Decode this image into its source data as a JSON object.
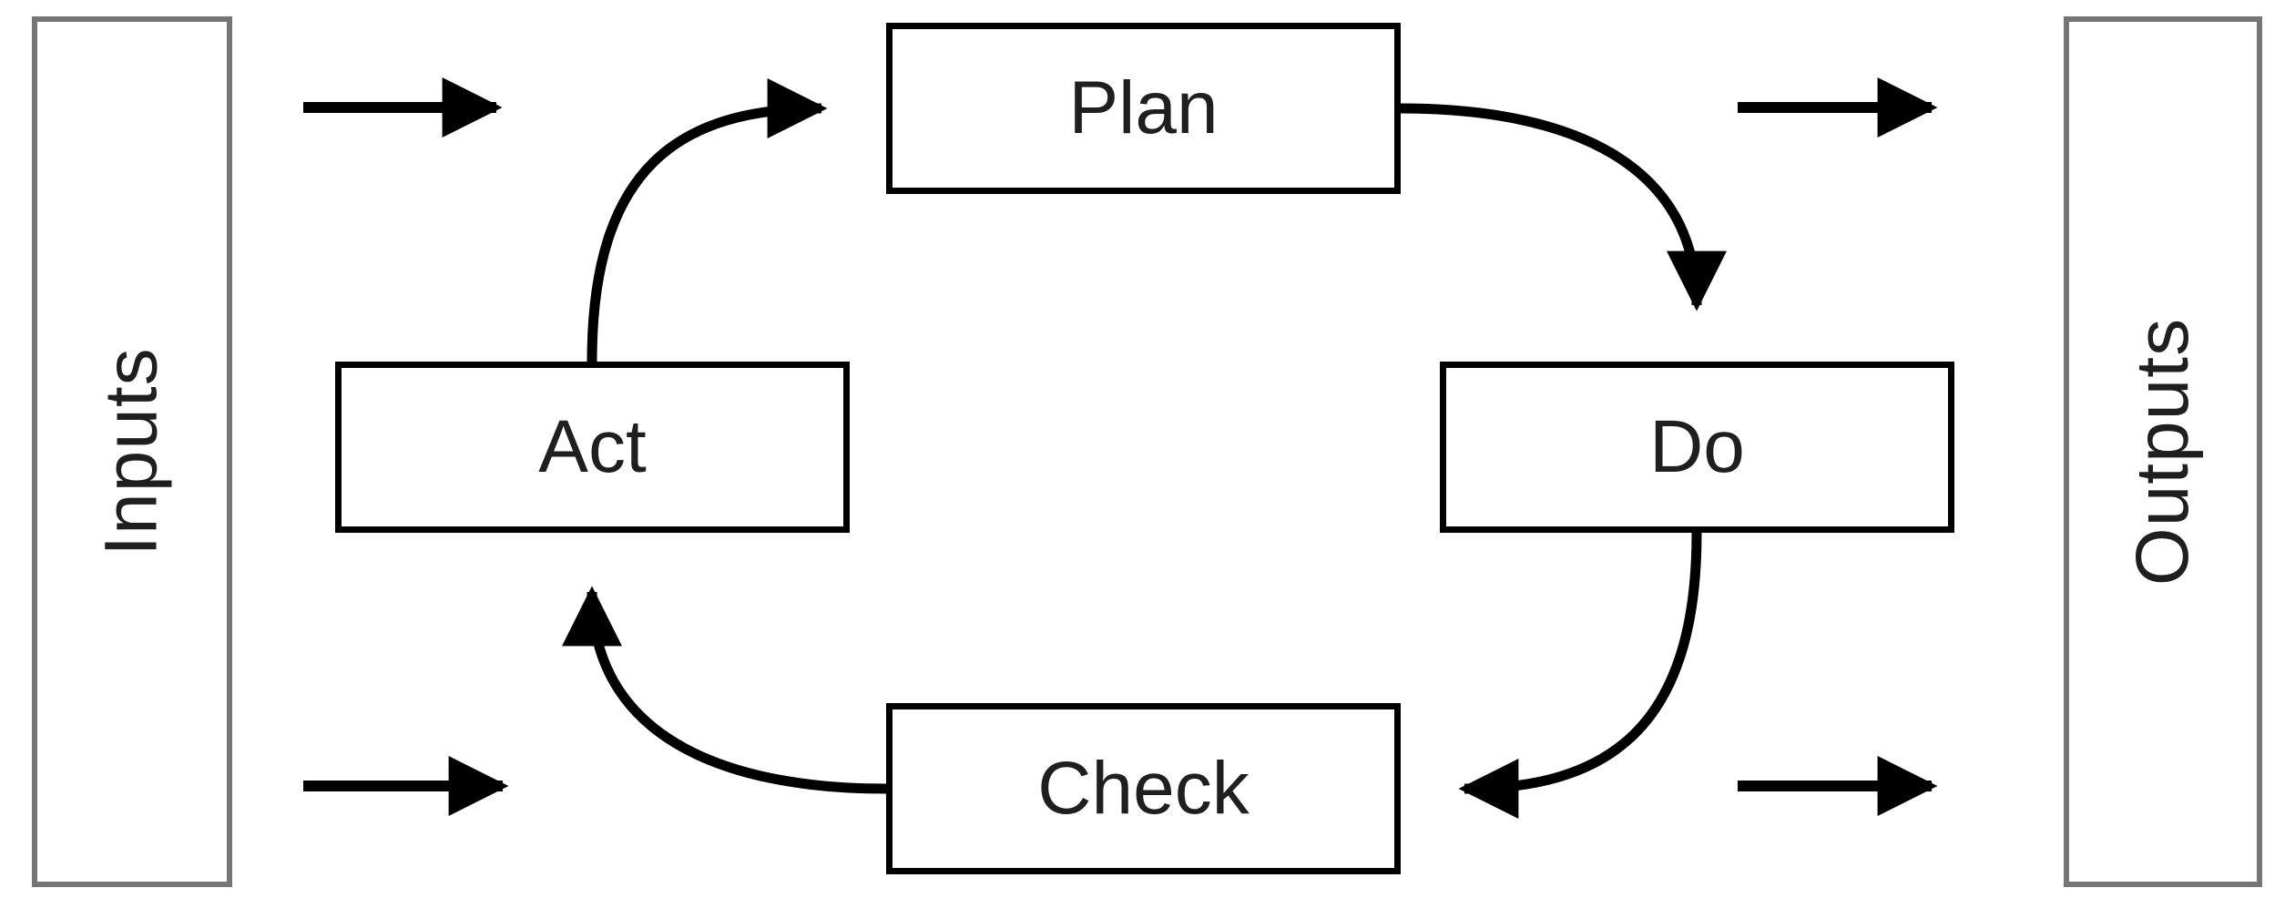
{
  "diagram": {
    "kind": "pdca-cycle-flow",
    "nodes": {
      "inputs": {
        "label": "Inputs",
        "shape": "tall-rect",
        "text_orientation": "vertical"
      },
      "outputs": {
        "label": "Outputs",
        "shape": "tall-rect",
        "text_orientation": "vertical"
      },
      "plan": {
        "label": "Plan",
        "shape": "rect",
        "position": "top-center"
      },
      "do": {
        "label": "Do",
        "shape": "rect",
        "position": "right-middle"
      },
      "check": {
        "label": "Check",
        "shape": "rect",
        "position": "bottom-center"
      },
      "act": {
        "label": "Act",
        "shape": "rect",
        "position": "left-middle"
      }
    },
    "edges": [
      {
        "from": "act",
        "to": "plan",
        "style": "curved",
        "arrowhead": "filled-triangle"
      },
      {
        "from": "plan",
        "to": "do",
        "style": "curved",
        "arrowhead": "filled-triangle"
      },
      {
        "from": "do",
        "to": "check",
        "style": "curved",
        "arrowhead": "filled-triangle"
      },
      {
        "from": "check",
        "to": "act",
        "style": "curved",
        "arrowhead": "filled-triangle"
      },
      {
        "from": "inputs",
        "to": "cycle",
        "position": "top",
        "style": "straight",
        "direction": "right"
      },
      {
        "from": "inputs",
        "to": "cycle",
        "position": "bottom",
        "style": "straight",
        "direction": "right"
      },
      {
        "from": "cycle",
        "to": "outputs",
        "position": "top",
        "style": "straight",
        "direction": "right"
      },
      {
        "from": "cycle",
        "to": "outputs",
        "position": "bottom",
        "style": "straight",
        "direction": "right"
      }
    ]
  },
  "theme": {
    "line": "#000000",
    "io-border": "#757575",
    "text": "#1f1f1f",
    "bg": "#ffffff"
  }
}
